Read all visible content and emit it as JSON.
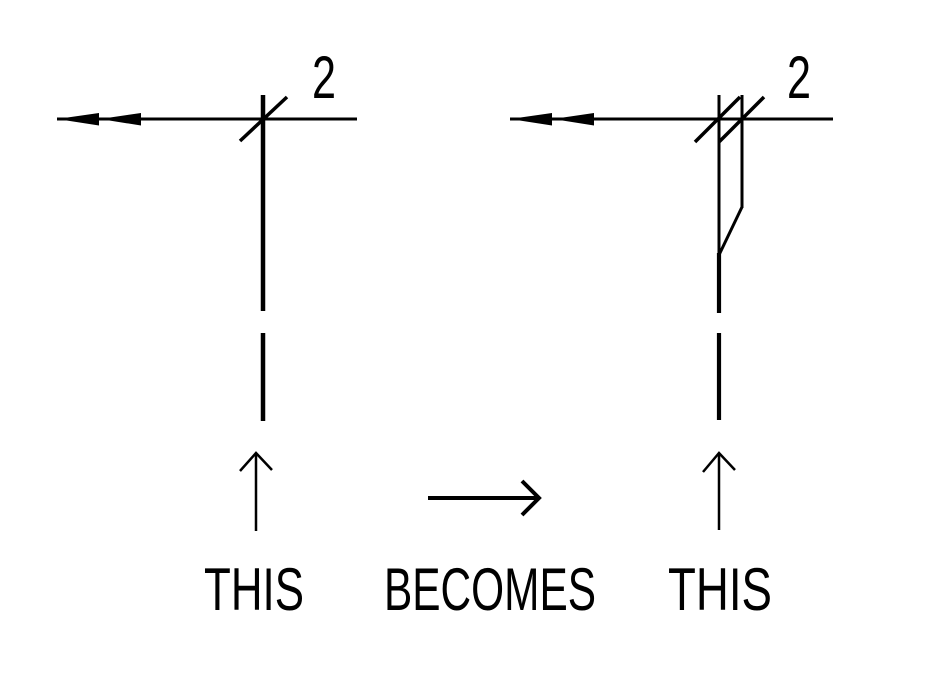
{
  "colors": {
    "ink": "#000000",
    "background": "#ffffff"
  },
  "captions": {
    "this_left": "THIS",
    "becomes": "BECOMES",
    "this_right": "THIS"
  },
  "before_diagram": {
    "count_label": "2",
    "slash_count": 1,
    "conductor_lines": 1
  },
  "after_diagram": {
    "count_label": "2",
    "slash_count": 2,
    "conductor_lines": 2
  }
}
